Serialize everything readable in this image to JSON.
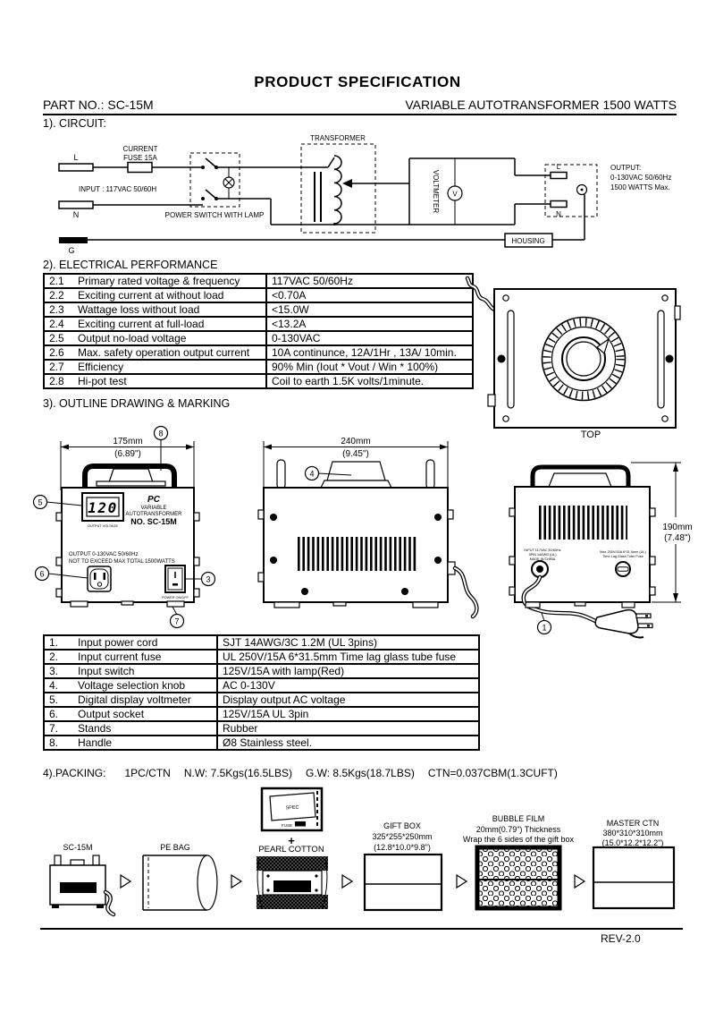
{
  "header": {
    "title": "PRODUCT SPECIFICATION",
    "part_no": "PART NO.: SC-15M",
    "product": "VARIABLE AUTOTRANSFORMER 1500 WATTS"
  },
  "sections": {
    "circuit": "1). CIRCUIT:",
    "electrical": "2). ELECTRICAL PERFORMANCE",
    "outline": "3). OUTLINE DRAWING & MARKING",
    "packing": "4).PACKING:",
    "rev": "REV-2.0"
  },
  "circuit": {
    "terminal_l": "L",
    "terminal_n": "N",
    "terminal_g": "G",
    "fuse_label_1": "CURRENT",
    "fuse_label_2": "FUSE 15A",
    "input_label": "INPUT : 117VAC 50/60H",
    "switch_label": "POWER SWITCH WITH LAMP",
    "transformer_label": "TRANSFORMER",
    "voltmeter_label": "VOLTMETER",
    "voltmeter_symbol": "V",
    "housing_label": "HOUSING",
    "out_l": "L",
    "out_n": "N",
    "output_line1": "OUTPUT:",
    "output_line2": "0-130VAC 50/60Hz",
    "output_line3": "1500 WATTS Max."
  },
  "electrical_rows": [
    {
      "no": "2.1",
      "item": "Primary rated voltage & frequency",
      "value": "117VAC 50/60Hz"
    },
    {
      "no": "2.2",
      "item": "Exciting current at without load",
      "value": "<0.70A"
    },
    {
      "no": "2.3",
      "item": "Wattage loss  without load",
      "value": "<15.0W"
    },
    {
      "no": "2.4",
      "item": "Exciting current at full-load",
      "value": "<13.2A"
    },
    {
      "no": "2.5",
      "item": "Output no-load voltage",
      "value": "0-130VAC"
    },
    {
      "no": "2.6",
      "item": "Max. safety operation output current",
      "value": "10A continunce, 12A/1Hr , 13A/ 10min."
    },
    {
      "no": "2.7",
      "item": "Efficiency",
      "value": "90% Min (Iout * Vout / Win * 100%)"
    },
    {
      "no": "2.8",
      "item": "Hi-pot test",
      "value": "Coil to earth 1.5K volts/1minute."
    }
  ],
  "views": {
    "top_label": "TOP",
    "front": {
      "dim_mm": "175mm",
      "dim_in": "(6.89\")",
      "display_value": "120",
      "display_label": "OUTPUT VOLTAGE",
      "brand": "PC",
      "line1": "VARIABLE",
      "line2": "AUTOTRANSFORMER",
      "model": "NO. SC-15M",
      "marking1": "OUTPUT 0-130VAC 50/60Hz",
      "marking2": "NOT TO EXCEED MAX TOTAL 1500WATTS",
      "switch_label": "POWER ON/OFF",
      "callout_switch": "3",
      "callout_display": "5",
      "callout_socket": "6",
      "callout_stand": "7",
      "callout_handle": "8"
    },
    "side": {
      "dim_mm": "240mm",
      "dim_in": "(9.45\")",
      "callout_knob": "4"
    },
    "rear": {
      "dim_mm": "190mm",
      "dim_in": "(7.48\")",
      "marking_left_1": "INPUT 117VAC 50/60Hz",
      "marking_left_2": "3PIN 14AWG (UL)",
      "marking_left_3": "MADE IN CHINA",
      "marking_right_1": "Max 250V/15A 6*31.5mm (UL)",
      "marking_right_2": "Time Lag Glass Tube Fuse",
      "callout_cord": "1"
    }
  },
  "parts_rows": [
    {
      "no": "1.",
      "item": "Input power cord",
      "value": "SJT 14AWG/3C 1.2M (UL 3pins)"
    },
    {
      "no": "2.",
      "item": "Input current fuse",
      "value": "UL 250V/15A 6*31.5mm Time lag glass tube fuse"
    },
    {
      "no": "3.",
      "item": "Input switch",
      "value": "125V/15A with lamp(Red)"
    },
    {
      "no": "4.",
      "item": "Voltage selection knob",
      "value": "AC 0-130V"
    },
    {
      "no": "5.",
      "item": "Digital display voltmeter",
      "value": "Display output AC voltage"
    },
    {
      "no": "6.",
      "item": "Output socket",
      "value": "125V/15A UL 3pin"
    },
    {
      "no": "7.",
      "item": "Stands",
      "value": "Rubber"
    },
    {
      "no": "8.",
      "item": "Handle",
      "value": "Ø8 Stainless steel."
    }
  ],
  "packing_info": [
    "1PC/CTN",
    "N.W: 7.5Kgs(16.5LBS)",
    "G.W: 8.5Kgs(18.7LBS)",
    "CTN=0.037CBM(1.3CUFT)"
  ],
  "packing_steps": {
    "unit_label": "SC-15M",
    "bag_label": "PE BAG",
    "card_spec": "SPEC",
    "card_fuse": "FUSE",
    "plus": "+",
    "cotton_label": "PEARL COTTON",
    "gift_line1": "GIFT BOX",
    "gift_line2": "325*255*250mm",
    "gift_line3": "(12.8*10.0*9.8\")",
    "bubble_line1": "BUBBLE FILM",
    "bubble_line2": "20mm(0.79\") Thickness",
    "bubble_line3": "Wrap the 6 sides of the gift box",
    "master_line1": "MASTER CTN",
    "master_line2": "380*310*310mm",
    "master_line3": "(15.0*12.2*12.2\")"
  }
}
